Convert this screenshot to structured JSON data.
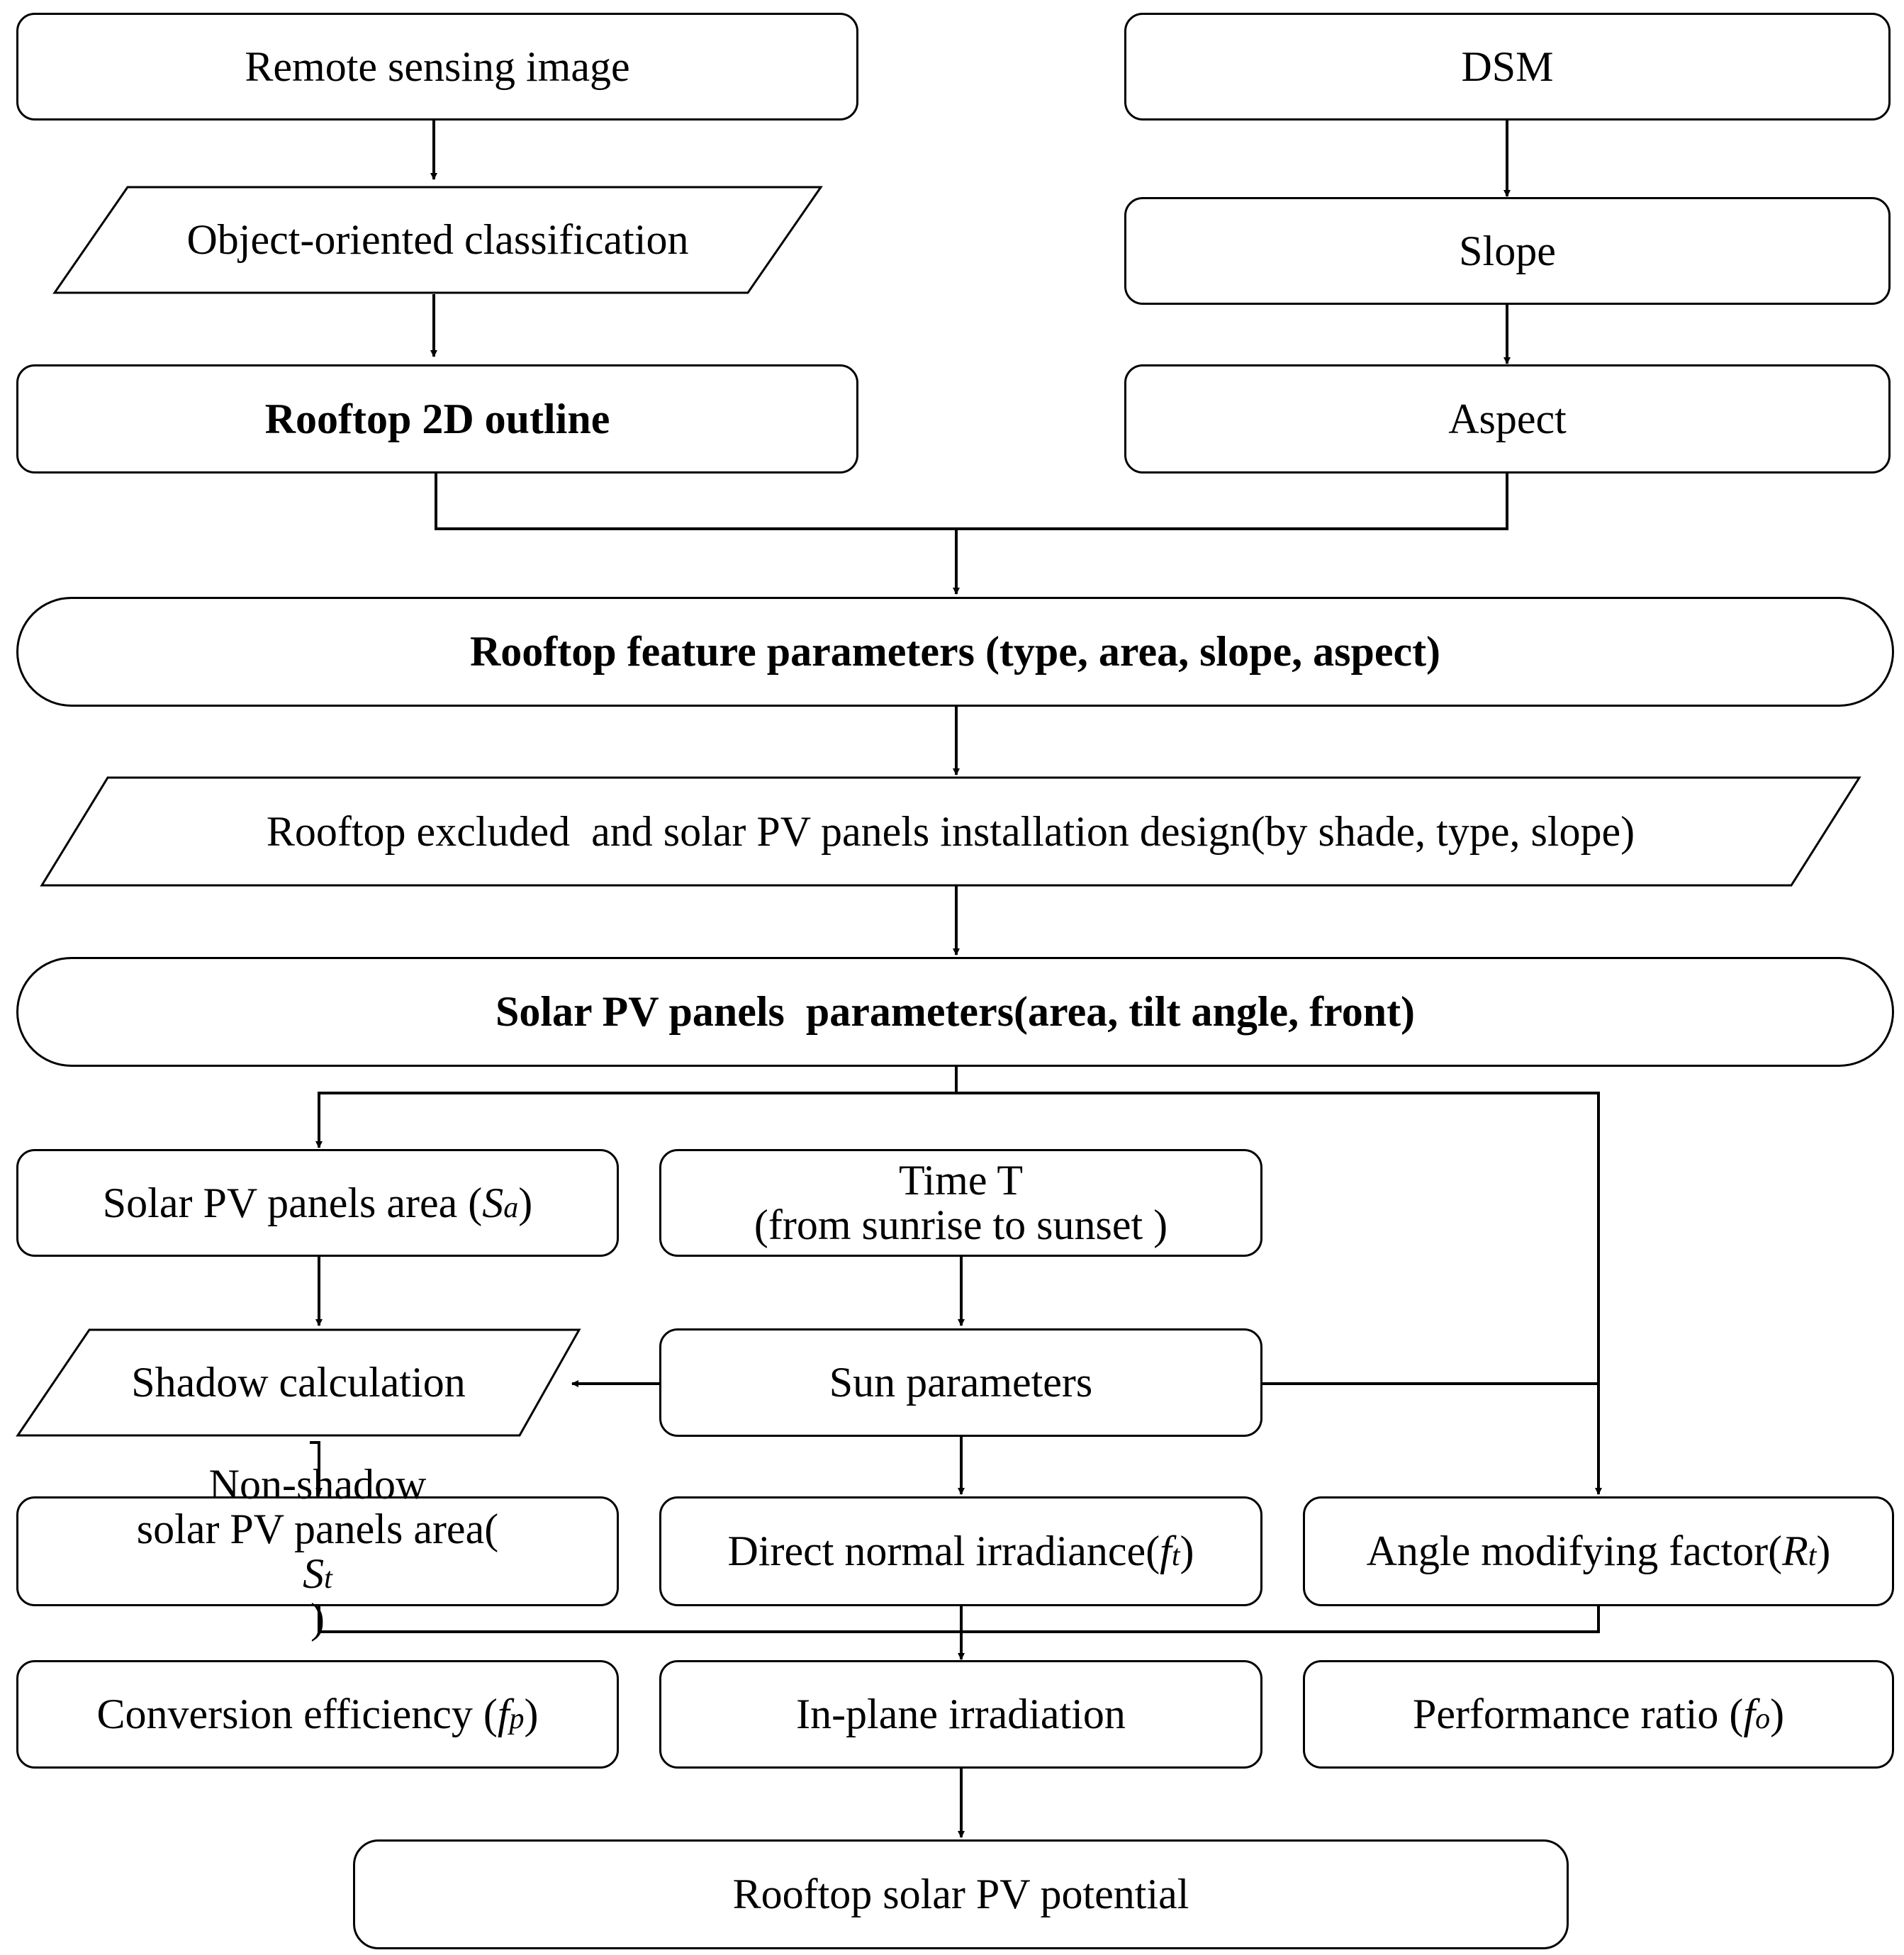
{
  "nodes": {
    "remote_sensing": "Remote sensing image",
    "dsm": "DSM",
    "object_classification": "Object-oriented classification",
    "slope": "Slope",
    "rooftop_outline": "Rooftop 2D outline",
    "aspect": "Aspect",
    "rooftop_features": "Rooftop feature parameters (type, area, slope, aspect)",
    "rooftop_excluded": "Rooftop excluded  and solar PV panels installation design(by shade, type, slope)",
    "pv_params": "Solar PV panels  parameters(area, tilt angle, front)",
    "pv_area": {
      "text": "Solar PV panels area (",
      "var": "S",
      "sub": "a",
      "close": ")"
    },
    "time_t": {
      "line1": "Time T",
      "line2": "(from sunrise to sunset )"
    },
    "shadow_calc": "Shadow calculation",
    "sun_params": "Sun parameters",
    "non_shadow": {
      "line1": "Non-shadow",
      "line2_text": "solar PV panels area(",
      "var": "S",
      "sub": "t",
      "close": ")"
    },
    "dni": {
      "text": "Direct normal irradiance(",
      "var": "f",
      "sub": "t",
      "close": ")"
    },
    "angle_factor": {
      "text": "Angle modifying factor(",
      "var": "R",
      "sub": "t",
      "close": ")"
    },
    "conversion": {
      "text": "Conversion efficiency (",
      "var": "f",
      "sub": "p",
      "close": ")"
    },
    "in_plane": "In-plane irradiation",
    "performance": {
      "text": "Performance ratio (",
      "var": "f",
      "sub": "o",
      "close": ")"
    },
    "potential": "Rooftop solar PV potential"
  },
  "colors": {
    "stroke": "#000000",
    "fill": "#ffffff"
  }
}
